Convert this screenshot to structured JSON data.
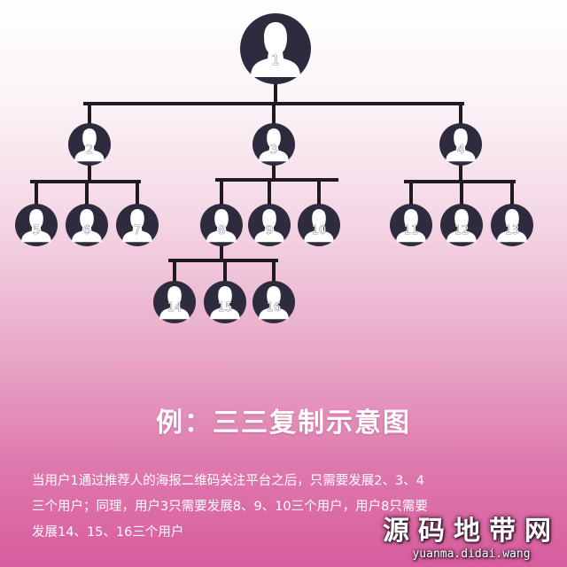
{
  "tree": {
    "nodes": [
      {
        "id": "1",
        "label": "1"
      },
      {
        "id": "2",
        "label": "2"
      },
      {
        "id": "3",
        "label": "3"
      },
      {
        "id": "4",
        "label": "4"
      },
      {
        "id": "5",
        "label": "5"
      },
      {
        "id": "6",
        "label": "6"
      },
      {
        "id": "7",
        "label": "7"
      },
      {
        "id": "8",
        "label": "8"
      },
      {
        "id": "9",
        "label": "9"
      },
      {
        "id": "10",
        "label": "10"
      },
      {
        "id": "11",
        "label": "11"
      },
      {
        "id": "12",
        "label": "12"
      },
      {
        "id": "13",
        "label": "13"
      },
      {
        "id": "14",
        "label": "14"
      },
      {
        "id": "15",
        "label": "15"
      },
      {
        "id": "16",
        "label": "16"
      }
    ],
    "edges": [
      [
        "1",
        "2"
      ],
      [
        "1",
        "3"
      ],
      [
        "1",
        "4"
      ],
      [
        "2",
        "5"
      ],
      [
        "2",
        "6"
      ],
      [
        "2",
        "7"
      ],
      [
        "3",
        "8"
      ],
      [
        "3",
        "9"
      ],
      [
        "3",
        "10"
      ],
      [
        "4",
        "11"
      ],
      [
        "4",
        "12"
      ],
      [
        "4",
        "13"
      ],
      [
        "8",
        "14"
      ],
      [
        "8",
        "15"
      ],
      [
        "8",
        "16"
      ]
    ]
  },
  "heading": "例：三三复制示意图",
  "body_lines": [
    "当用户1通过推荐人的海报二维码关注平台之后，只需要发展2、3、4",
    "三个用户；同理，用户3只需要发展8、9、10三个用户，用户8只需要",
    "发展14、15、16三个用户"
  ],
  "watermark": {
    "title": "源码地带网",
    "url": "yuanma.didai.wang"
  },
  "colors": {
    "node": "#2e2b3f",
    "avatar": "#ffffff",
    "line": "#1e1b22",
    "label": "#ffffff"
  }
}
